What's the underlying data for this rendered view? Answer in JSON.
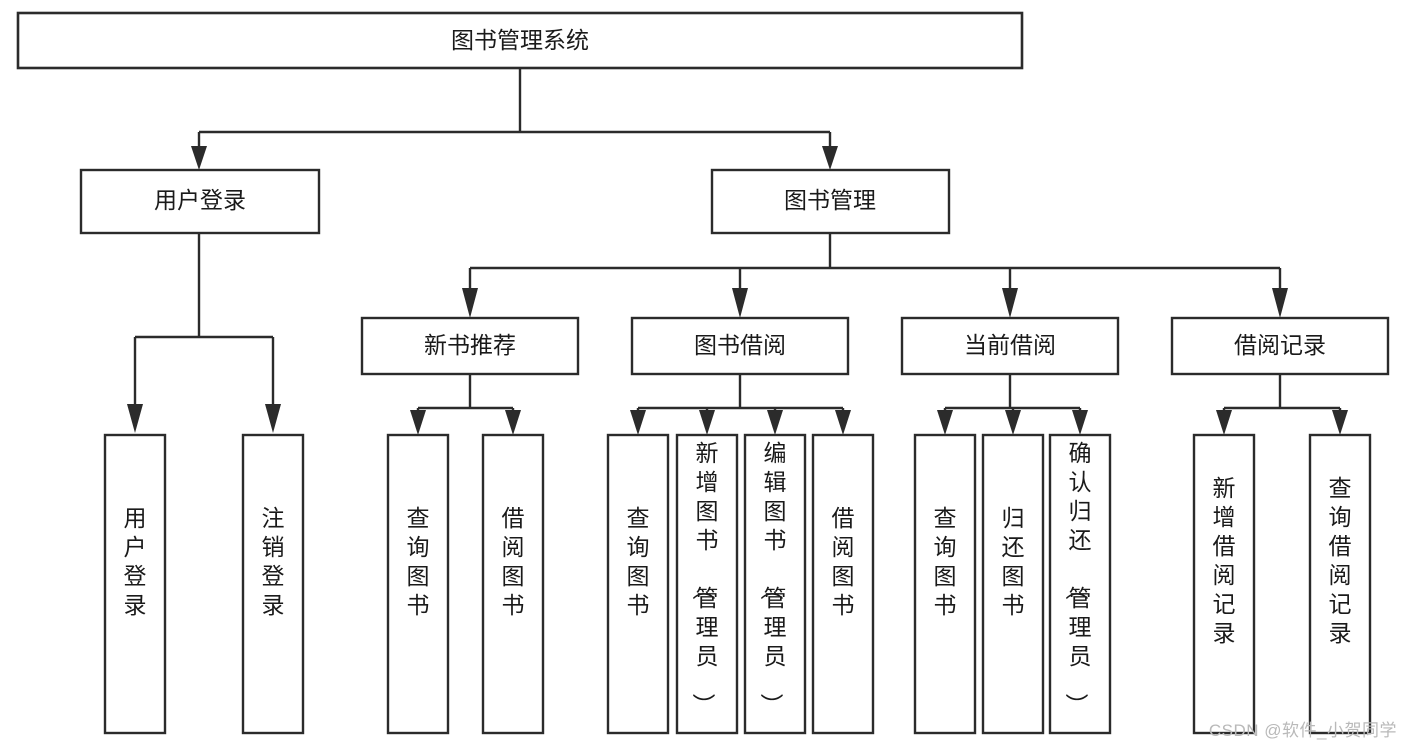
{
  "diagram": {
    "type": "tree",
    "orientation": "top-down",
    "title": "图书管理系统",
    "colors": {
      "box_stroke": "#2b2b2b",
      "box_fill": "#ffffff",
      "connector": "#2b2b2b",
      "text": "#1a1a1a",
      "background": "#ffffff",
      "watermark": "#b9b9b9"
    },
    "nodes": {
      "root": {
        "label": "图书管理系统",
        "level": 0,
        "text_orientation": "horizontal"
      },
      "level1": [
        {
          "id": "user-login",
          "label": "用户登录",
          "text_orientation": "horizontal"
        },
        {
          "id": "book-management",
          "label": "图书管理",
          "text_orientation": "horizontal"
        }
      ],
      "level2": [
        {
          "id": "new-book-recommend",
          "label": "新书推荐",
          "parent": "book-management",
          "text_orientation": "horizontal"
        },
        {
          "id": "book-borrow",
          "label": "图书借阅",
          "parent": "book-management",
          "text_orientation": "horizontal"
        },
        {
          "id": "current-borrow",
          "label": "当前借阅",
          "parent": "book-management",
          "text_orientation": "horizontal"
        },
        {
          "id": "borrow-record",
          "label": "借阅记录",
          "parent": "book-management",
          "text_orientation": "horizontal"
        }
      ],
      "leaves": [
        {
          "id": "leaf-user-login",
          "label": "用户登录",
          "parent": "user-login",
          "text_orientation": "vertical"
        },
        {
          "id": "leaf-user-logout",
          "label": "注销登录",
          "parent": "user-login",
          "text_orientation": "vertical"
        },
        {
          "id": "leaf-query-book-1",
          "label": "查询图书",
          "parent": "new-book-recommend",
          "text_orientation": "vertical"
        },
        {
          "id": "leaf-borrow-book-1",
          "label": "借阅图书",
          "parent": "new-book-recommend",
          "text_orientation": "vertical"
        },
        {
          "id": "leaf-query-book-2",
          "label": "查询图书",
          "parent": "book-borrow",
          "text_orientation": "vertical"
        },
        {
          "id": "leaf-add-book",
          "label": "新增图书（管理员）",
          "parent": "book-borrow",
          "text_orientation": "vertical"
        },
        {
          "id": "leaf-edit-book",
          "label": "编辑图书（管理员）",
          "parent": "book-borrow",
          "text_orientation": "vertical"
        },
        {
          "id": "leaf-borrow-book-2",
          "label": "借阅图书",
          "parent": "book-borrow",
          "text_orientation": "vertical"
        },
        {
          "id": "leaf-query-book-3",
          "label": "查询图书",
          "parent": "current-borrow",
          "text_orientation": "vertical"
        },
        {
          "id": "leaf-return-book",
          "label": "归还图书",
          "parent": "current-borrow",
          "text_orientation": "vertical"
        },
        {
          "id": "leaf-confirm-return",
          "label": "确认归还（管理员）",
          "parent": "current-borrow",
          "text_orientation": "vertical"
        },
        {
          "id": "leaf-add-record",
          "label": "新增借阅记录",
          "parent": "borrow-record",
          "text_orientation": "vertical"
        },
        {
          "id": "leaf-query-record",
          "label": "查询借阅记录",
          "parent": "borrow-record",
          "text_orientation": "vertical"
        }
      ]
    }
  },
  "watermark": {
    "text": "CSDN @软件_小贺同学"
  }
}
